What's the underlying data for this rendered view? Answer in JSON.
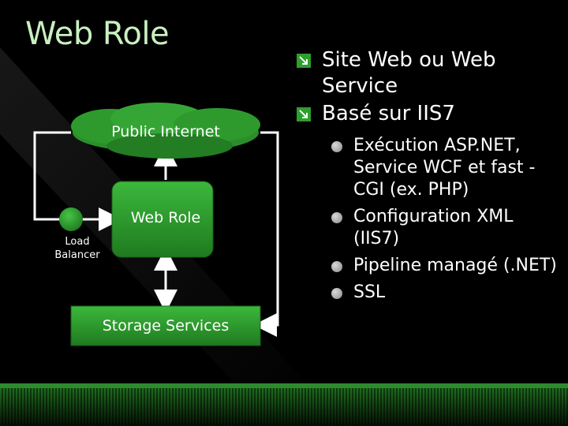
{
  "slide": {
    "title": "Web Role"
  },
  "diagram": {
    "cloud_label": "Public Internet",
    "webrole_label": "Web Role",
    "storage_label": "Storage Services",
    "lb_label_line1": "Load",
    "lb_label_line2": "Balancer"
  },
  "bullets": [
    {
      "text": "Site Web ou Web Service"
    },
    {
      "text": "Basé sur IIS7",
      "sub": [
        {
          "text": "Exécution ASP.NET, Service WCF et fast -CGI (ex. PHP)"
        },
        {
          "text": "Configuration XML (IIS7)"
        },
        {
          "text": "Pipeline managé (.NET)"
        },
        {
          "text": "SSL"
        }
      ]
    }
  ],
  "colors": {
    "accent_green": "#2e9e2e",
    "title_green": "#c9f0c0",
    "background": "#000000"
  }
}
